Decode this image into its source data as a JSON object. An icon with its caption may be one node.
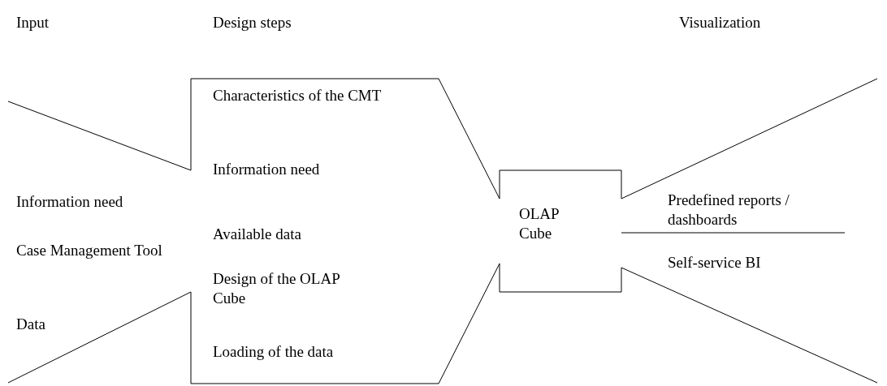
{
  "diagram": {
    "nodes": [
      {
        "text": [
          "Characteristics of the CMT",
          "Information need",
          "Available data",
          "Design of the OLAP Cube",
          "Loading of the data"
        ]
      },
      {
        "text": [
          "OLAP Cube"
        ]
      }
    ],
    "labels": [
      "Input",
      "Design steps",
      "Visualization",
      "Information need",
      "Case Management Tool",
      "Data",
      "Predefined reports / dashboards",
      "Self-service BI"
    ]
  }
}
